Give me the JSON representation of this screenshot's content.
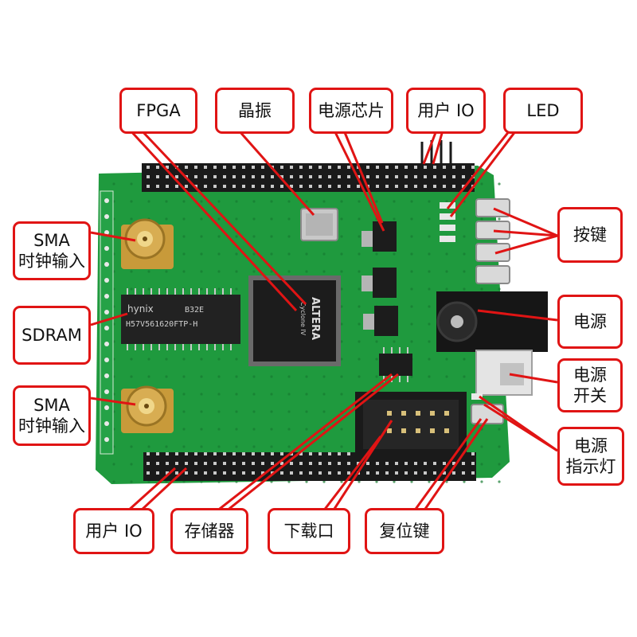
{
  "labels": {
    "fpga": "FPGA",
    "crystal": "晶振",
    "power_chip": "电源芯片",
    "user_io_top": "用户 IO",
    "led": "LED",
    "sma_top_line1": "SMA",
    "sma_top_line2": "时钟输入",
    "sdram": "SDRAM",
    "sma_bottom_line1": "SMA",
    "sma_bottom_line2": "时钟输入",
    "buttons": "按键",
    "power": "电源",
    "power_switch_line1": "电源",
    "power_switch_line2": "开关",
    "power_led_line1": "电源",
    "power_led_line2": "指示灯",
    "user_io_bottom": "用户 IO",
    "memory": "存储器",
    "download_port": "下载口",
    "reset_key": "复位键"
  },
  "chip_text": {
    "altera_logo": "ALTERA",
    "fpga_family": "Cyclone IV",
    "sdram_brand": "hynix",
    "sdram_part": "H57V561620FTP-H",
    "sdram_code": "B32E"
  },
  "colors": {
    "pcb": "#1f9a3e",
    "callout_border": "#e01414",
    "leader_line": "#e01414"
  }
}
